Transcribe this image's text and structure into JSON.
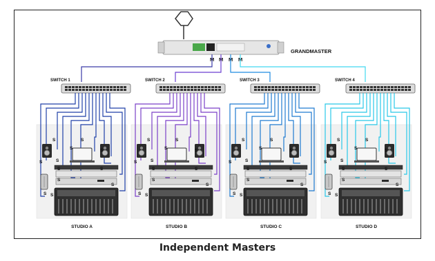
{
  "grandmaster": {
    "label": "GRANDMASTER",
    "port_labels": [
      "M",
      "M",
      "M",
      "M"
    ]
  },
  "switches": [
    {
      "label": "SWITCH 1",
      "studio": "STUDIO A",
      "color": "#1f3fa8"
    },
    {
      "label": "SWITCH 2",
      "studio": "STUDIO B",
      "color": "#7a3fc8"
    },
    {
      "label": "SWITCH 3",
      "studio": "STUDIO C",
      "color": "#1f7ad0"
    },
    {
      "label": "SWITCH 4",
      "studio": "STUDIO D",
      "color": "#28c8e8"
    }
  ],
  "slave_label": "S",
  "caption": "Independent Masters",
  "colors": {
    "uplink_1": "#3a3aa8",
    "uplink_2": "#6a3fd0",
    "uplink_3": "#1f8ae0",
    "uplink_4": "#40d8f0"
  }
}
